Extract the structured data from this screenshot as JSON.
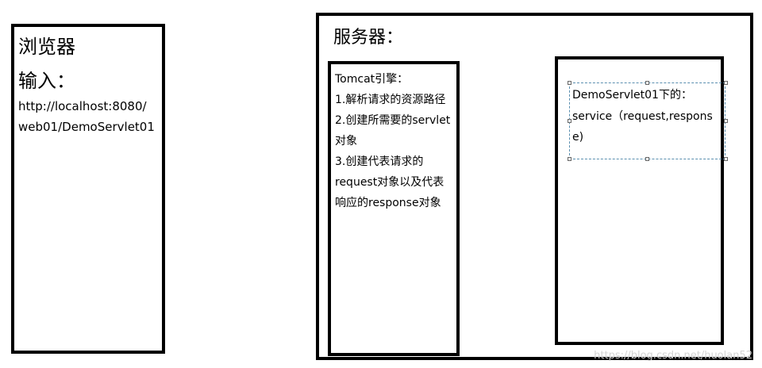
{
  "browser": {
    "title": "浏览器",
    "input_label": "输入：",
    "url_lines": [
      "http://localhost:8080/",
      "web01/DemoServlet01"
    ]
  },
  "server": {
    "title": "服务器：",
    "tomcat": {
      "lines": [
        "Tomcat引擎：",
        "1.解析请求的资源路径",
        "2.创建所需要的servlet",
        "对象",
        "3.创建代表请求的",
        "request对象以及代表",
        "响应的response对象"
      ]
    },
    "servlet": {
      "lines": [
        "DemoServlet01下的：",
        "service（request,respons",
        "e)"
      ]
    }
  },
  "watermark": "https://blog.csdn.net/huolan52"
}
